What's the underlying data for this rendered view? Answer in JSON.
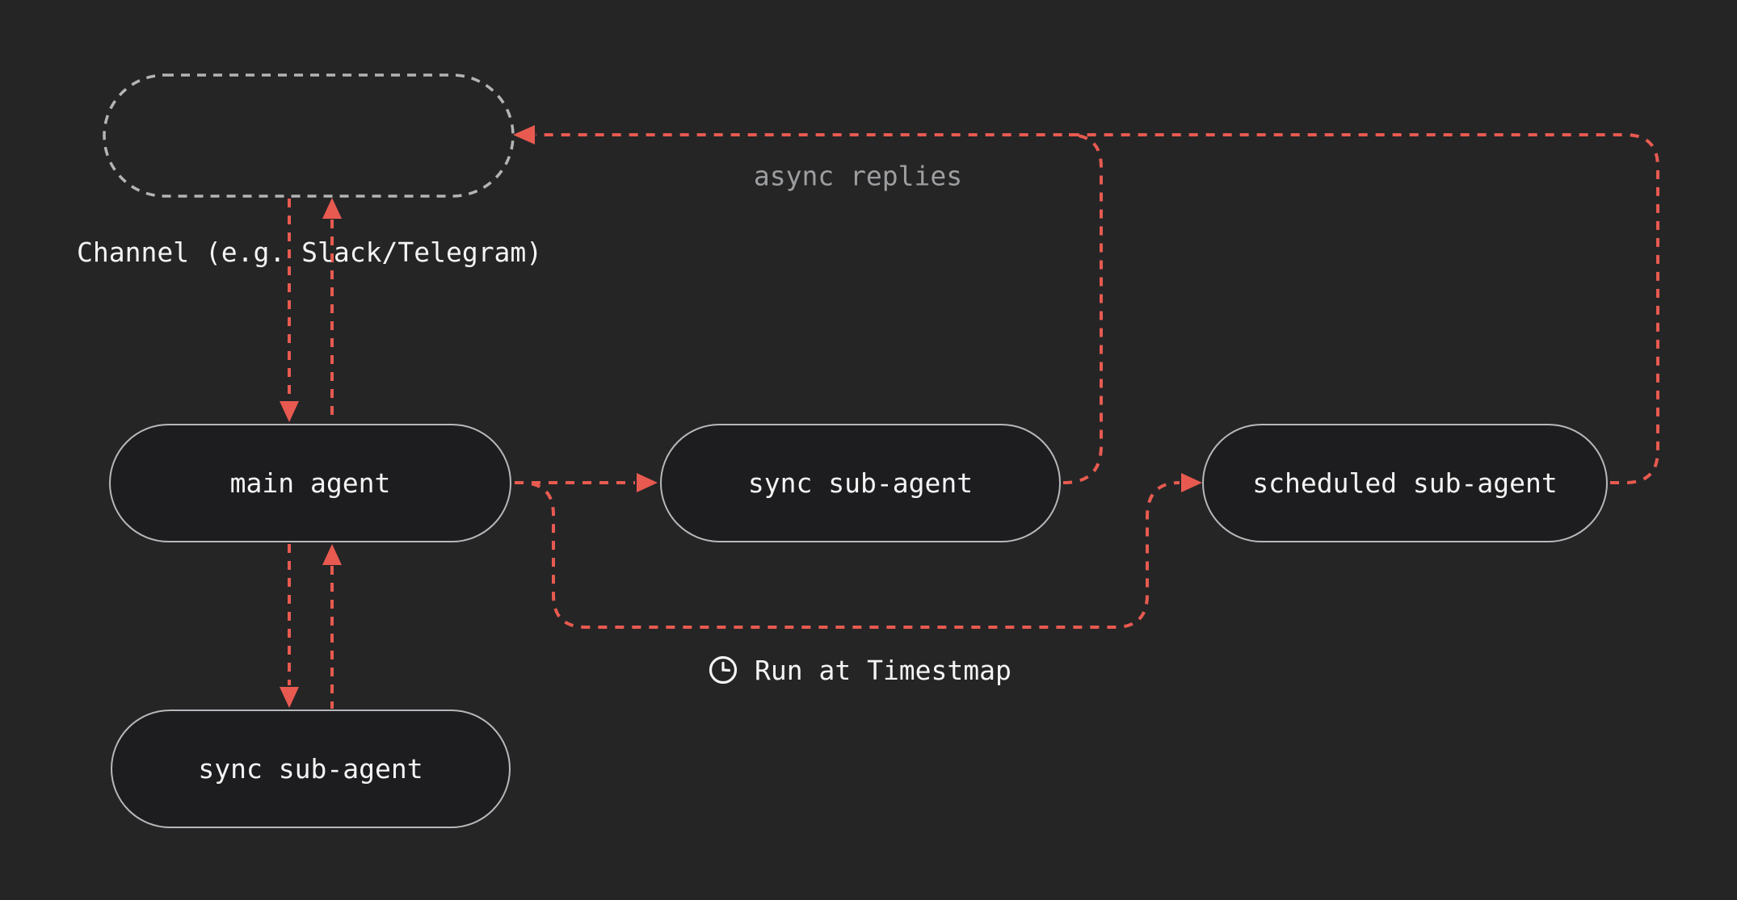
{
  "theme": {
    "bg": "#252526",
    "node_fill": "#1d1d1f",
    "node_border": "#b7b8ba",
    "dashed_node_border": "#b3b4b6",
    "arrow_color": "#e85a50",
    "text_color": "#f4f4f4",
    "muted_text_color": "#9c9ea0"
  },
  "nodes": {
    "channel": {
      "label": ""
    },
    "main_agent": {
      "label": "main agent"
    },
    "sync_sub_agent": {
      "label": "sync sub-agent"
    },
    "scheduled_sub_agent": {
      "label": "scheduled sub-agent"
    },
    "sync_sub_agent_bottom": {
      "label": "sync sub-agent"
    }
  },
  "labels": {
    "channel_caption": "Channel (e.g. Slack/Telegram)",
    "async_replies": "async replies",
    "run_at_timestamp": "Run at Timestmap"
  },
  "icons": {
    "run_at_icon": "clock-icon"
  },
  "edges": [
    {
      "from": "channel",
      "to": "main_agent",
      "style": "dashed-arrow"
    },
    {
      "from": "main_agent",
      "to": "channel",
      "style": "dashed-arrow"
    },
    {
      "from": "main_agent",
      "to": "sync_sub_agent",
      "style": "dashed-arrow"
    },
    {
      "from": "sync_sub_agent",
      "to": "channel",
      "style": "dashed-arrow",
      "label": "async replies"
    },
    {
      "from": "main_agent",
      "to": "scheduled_sub_agent",
      "style": "dashed-arrow",
      "label": "Run at Timestmap"
    },
    {
      "from": "scheduled_sub_agent",
      "to": "channel",
      "style": "dashed-arrow",
      "label": "async replies"
    },
    {
      "from": "main_agent",
      "to": "sync_sub_agent_bottom",
      "style": "dashed-arrow"
    },
    {
      "from": "sync_sub_agent_bottom",
      "to": "main_agent",
      "style": "dashed-arrow"
    }
  ]
}
